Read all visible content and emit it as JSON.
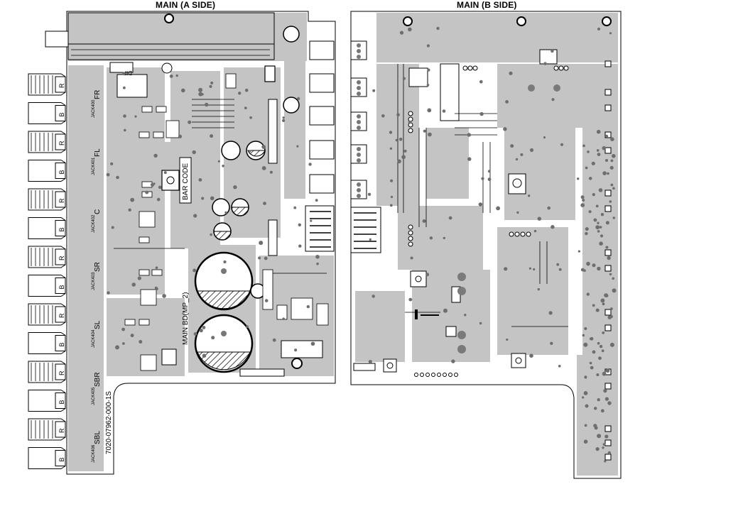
{
  "titles": {
    "a_side": "MAIN (A SIDE)",
    "b_side": "MAIN (B SIDE)"
  },
  "board_labels": {
    "bar_code": "BAR CODE",
    "board_name": "MAIN BD(MP_2)",
    "part_number": "7020-07962-000-1S",
    "dip": "DIP"
  },
  "jack_labels": [
    "R",
    "B",
    "R",
    "B",
    "R",
    "B",
    "R",
    "B",
    "R",
    "B",
    "R",
    "B",
    "R",
    "B"
  ],
  "channel_labels": [
    "FR",
    "FL",
    "C",
    "SR",
    "SL",
    "SBR",
    "SBL"
  ],
  "jack_ids": [
    "JACK400",
    "JACK401",
    "JACK402",
    "JACK403",
    "JACK404",
    "JACK405",
    "JACK406"
  ],
  "colors": {
    "copper": "#c4c4c4",
    "board": "#ffffff",
    "line": "#000000",
    "pad": "#7a7a7a"
  }
}
